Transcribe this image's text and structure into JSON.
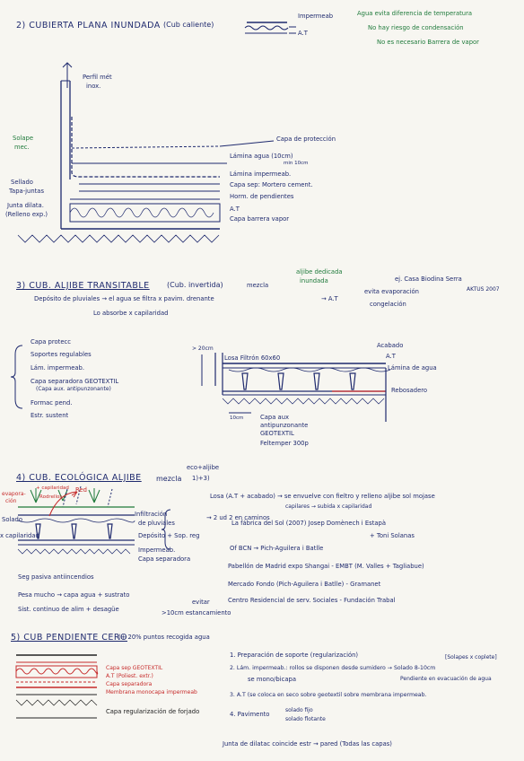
{
  "s1": {
    "title": "2) CUBIERTA PLANA INUNDADA",
    "subtitle": "(Cub caliente)",
    "key_imperm": "Impermeab",
    "key_at": "A.T",
    "green_1": "Agua evita diferencia de temperatura",
    "green_2": "No hay riesgo de condensación",
    "green_3": "No es necesario Barrera de vapor",
    "perfil": "Perfil mét",
    "inox": "inox.",
    "solape_1": "Solape",
    "solape_2": "mec.",
    "sellado_1": "Sellado",
    "sellado_2": "Tapa-juntas",
    "junta_1": "Junta dilata.",
    "junta_2": "(Relleno exp.)",
    "lbl_prot": "Capa de protección",
    "lbl_agua": "Lámina agua (10cm)",
    "lbl_agua_min": "min 10cm",
    "lbl_imp": "Lámina impermeab.",
    "lbl_sep": "Capa sep: Mortero cement.",
    "lbl_horm": "Horm. de pendientes",
    "lbl_at": "A.T",
    "lbl_barrera": "Capa barrera vapor"
  },
  "s2": {
    "title": "3) CUB. ALJIBE TRANSITABLE",
    "subtitle": "(Cub. invertida)",
    "mezcla": "mezcla",
    "note_top_1": "aljibe dedicada",
    "note_top_2": "inundada",
    "ej": "ej. Casa Biodina Serra",
    "aktus": "AKTUS 2007",
    "line1": "Depósito de pluviales → el agua se filtra x pavim. drenante",
    "arrow_at": "→ A.T",
    "evita": "evita evaporación",
    "congel": "congelación",
    "line2": "Lo absorbe x capilaridad",
    "list": [
      "Capa protecc",
      "Soportes regulables",
      "Lám. impermeab.",
      "Capa separadora GEOTEXTIL",
      "(Capa aux. antipunzonante)",
      "Formac pend.",
      "Estr. sustent"
    ],
    "dim_20": "> 20cm",
    "losa": "Losa Filtrón 60x60",
    "acabado": "Acabado",
    "at": "A.T",
    "lamina": "Lámina de agua",
    "rebosadero": "Rebosadero",
    "dim_10": "10cm",
    "capa_aux_1": "Capa aux",
    "capa_aux_2": "antipunzonante",
    "capa_aux_3": "GEOTEXTIL",
    "capa_aux_4": "Feltemper 300p"
  },
  "s3": {
    "title": "4) CUB. ECOLÓGICA ALJIBE",
    "mezcla": "mezcla",
    "mezcla_sup": "eco+aljibe",
    "mezcla_sub": "1)+3)",
    "evap_1": "evapora-",
    "evap_2": "ción",
    "flecha_1": "+ capilaridad",
    "flecha_2": "Rodrellos",
    "red": "Red",
    "solado": "Solado",
    "capilar": "x capilaridad",
    "infiltr_1": "Infiltración",
    "infiltr_2": "de pluviales",
    "deposito": "Depósito + Sop. reg",
    "imperm": "Impermeab.",
    "capa_sep": "Capa separadora",
    "seg": "Seg pasiva antiincendios",
    "r1": "Losa (A.T + acabado) → se envuelve con fieltro y relleno aljibe sol mojase",
    "r1b": "capilares → subida x capilaridad",
    "r2": "→ 2 ud 2 en caminos",
    "r3": "La fábrica del Sol (2007) Josep Domènech i Estapà",
    "r3b": "+ Toni Solanas",
    "r4": "Of BCN → Pich-Aguilera i Batlle",
    "r5": "Pabellón de Madrid expo Shangai - EMBT (M. Valles + Tagliabue)",
    "r6": "Mercado Fondo (Pich-Aguilera i Batlle) - Gramanet",
    "r7": "Centro Residencial de serv. Sociales - Fundación Trabal",
    "pesa": "Pesa mucho → capa agua + sustrato",
    "sist": "Sist. continuo de alim + desagüe",
    "evitar": "evitar",
    "estanc": ">10cm estancamiento"
  },
  "s4": {
    "title": "5) CUB PENDIENTE CERO",
    "subtitle": "(+ 20% puntos recogida agua",
    "red_1": "Capa sep GEOTEXTIL",
    "red_2": "A.T (Poliest. extr.)",
    "red_3": "Capa separadora",
    "red_4": "Membrana monocapa impermeab",
    "capa_reg": "Capa regularización de forjado",
    "s1": "1. Preparación de soporte (regularización)",
    "solapes": "[Solapes x coplete]",
    "s2": "2. Lám. impermeab.: rollos se disponen desde sumidero → Solado 8-10cm",
    "s2b": "se mono/bicapa",
    "s2c": "Pendiente en evacuación de agua",
    "s3": "3. A.T (se coloca en seco sobre geotextil sobre membrana impermeab.",
    "s4": "4. Pavimento",
    "s4a": "solado fijo",
    "s4b": "solado flotante",
    "junta": "Junta de dilatac coincide estr → pared (Todas las capas)"
  }
}
